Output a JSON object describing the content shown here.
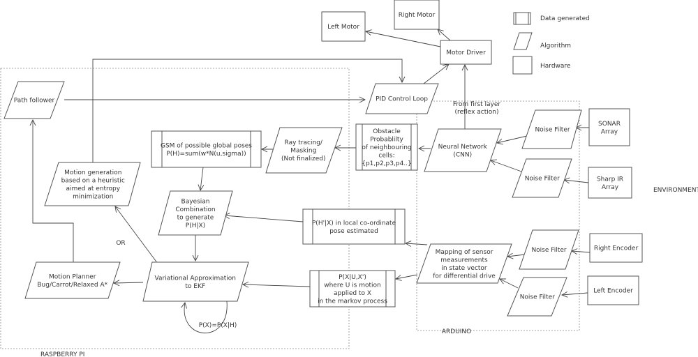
{
  "legend": [
    {
      "type": "data",
      "label": "Data generated"
    },
    {
      "type": "algorithm",
      "label": "Algorithm"
    },
    {
      "type": "hardware",
      "label": "Hardware"
    }
  ],
  "regions": {
    "raspberry": "RASPBERRY PI",
    "arduino": "ARDUINO",
    "environment": "ENVIRONMENT"
  },
  "annotations": {
    "first_layer": [
      "From first layer",
      "(reflex action)"
    ],
    "or": "OR",
    "loop": "P(X)=P(X|H)"
  },
  "nodes": {
    "left_motor": {
      "type": "hardware",
      "lines": [
        "Left Motor"
      ]
    },
    "right_motor": {
      "type": "hardware",
      "lines": [
        "Right Motor"
      ]
    },
    "motor_driver": {
      "type": "hardware",
      "lines": [
        "Motor Driver"
      ]
    },
    "pid": {
      "type": "algorithm",
      "lines": [
        "PID Control Loop"
      ]
    },
    "path_follower": {
      "type": "algorithm",
      "lines": [
        "Path follower"
      ]
    },
    "gsm": {
      "type": "data",
      "lines": [
        "GSM of possible global poses",
        "P(H)=sum(w*N(u,sigma))"
      ]
    },
    "ray_tracing": {
      "type": "algorithm",
      "lines": [
        "Ray tracing/",
        "Masking",
        "(Not finalized)"
      ]
    },
    "obstacle": {
      "type": "data",
      "lines": [
        "Obstacle",
        "Probablilty",
        "of neighbouring",
        "cells:",
        "{p1,p2,p3,p4..}"
      ]
    },
    "neural_network": {
      "type": "algorithm",
      "lines": [
        "Neural Network",
        "(CNN)"
      ]
    },
    "noise_filter_sonar": {
      "type": "algorithm",
      "lines": [
        "Noise Filter"
      ]
    },
    "noise_filter_ir": {
      "type": "algorithm",
      "lines": [
        "Noise Filter"
      ]
    },
    "sonar": {
      "type": "hardware",
      "lines": [
        "SONAR",
        "Array"
      ]
    },
    "sharp_ir": {
      "type": "hardware",
      "lines": [
        "Sharp IR",
        "Array"
      ]
    },
    "motion_generation": {
      "type": "algorithm",
      "lines": [
        "Motion generation",
        "based on a heuristic",
        "aimed at entropy",
        "minimization"
      ]
    },
    "bayesian": {
      "type": "algorithm",
      "lines": [
        "Bayesian",
        "Combination",
        "to generate",
        "P(H|X)"
      ]
    },
    "local_pose": {
      "type": "data",
      "lines": [
        "P(H'|X) in local co-ordinate",
        "pose estimated"
      ]
    },
    "motion_planner": {
      "type": "algorithm",
      "lines": [
        "Motion Planner",
        "Bug/Carrot/Relaxed A*"
      ]
    },
    "variational": {
      "type": "algorithm",
      "lines": [
        "Variational Approximation",
        "to EKF"
      ]
    },
    "markov": {
      "type": "data",
      "lines": [
        "P(X|U,X')",
        "where U is motion",
        "applied to X",
        "in the markov process"
      ]
    },
    "mapping": {
      "type": "algorithm",
      "lines": [
        "Mapping of sensor",
        "measurements",
        "in state vector",
        "for differential drive"
      ]
    },
    "noise_filter_right": {
      "type": "algorithm",
      "lines": [
        "Noise Filter"
      ]
    },
    "noise_filter_left": {
      "type": "algorithm",
      "lines": [
        "Noise Filter"
      ]
    },
    "right_encoder": {
      "type": "hardware",
      "lines": [
        "Right Encoder"
      ]
    },
    "left_encoder": {
      "type": "hardware",
      "lines": [
        "Left Encoder"
      ]
    }
  },
  "edges": [
    {
      "from": "motor_driver",
      "to": "left_motor"
    },
    {
      "from": "motor_driver",
      "to": "right_motor"
    },
    {
      "from": "pid",
      "to": "motor_driver"
    },
    {
      "from": "neural_network",
      "to": "motor_driver"
    },
    {
      "from": "motion_generation",
      "to": "pid"
    },
    {
      "from": "path_follower",
      "to": "pid"
    },
    {
      "from": "motion_planner",
      "to": "path_follower"
    },
    {
      "from": "obstacle",
      "to": "ray_tracing"
    },
    {
      "from": "ray_tracing",
      "to": "gsm"
    },
    {
      "from": "gsm",
      "to": "bayesian"
    },
    {
      "from": "local_pose",
      "to": "bayesian"
    },
    {
      "from": "bayesian",
      "to": "variational"
    },
    {
      "from": "variational",
      "to": "motion_generation"
    },
    {
      "from": "variational",
      "to": "motion_planner"
    },
    {
      "from": "markov",
      "to": "variational"
    },
    {
      "from": "variational",
      "to": "variational"
    },
    {
      "from": "neural_network",
      "to": "obstacle"
    },
    {
      "from": "noise_filter_sonar",
      "to": "neural_network"
    },
    {
      "from": "noise_filter_ir",
      "to": "neural_network"
    },
    {
      "from": "sonar",
      "to": "noise_filter_sonar"
    },
    {
      "from": "sharp_ir",
      "to": "noise_filter_ir"
    },
    {
      "from": "mapping",
      "to": "local_pose"
    },
    {
      "from": "mapping",
      "to": "markov"
    },
    {
      "from": "noise_filter_right",
      "to": "mapping"
    },
    {
      "from": "noise_filter_left",
      "to": "mapping"
    },
    {
      "from": "right_encoder",
      "to": "noise_filter_right"
    },
    {
      "from": "left_encoder",
      "to": "noise_filter_left"
    }
  ]
}
